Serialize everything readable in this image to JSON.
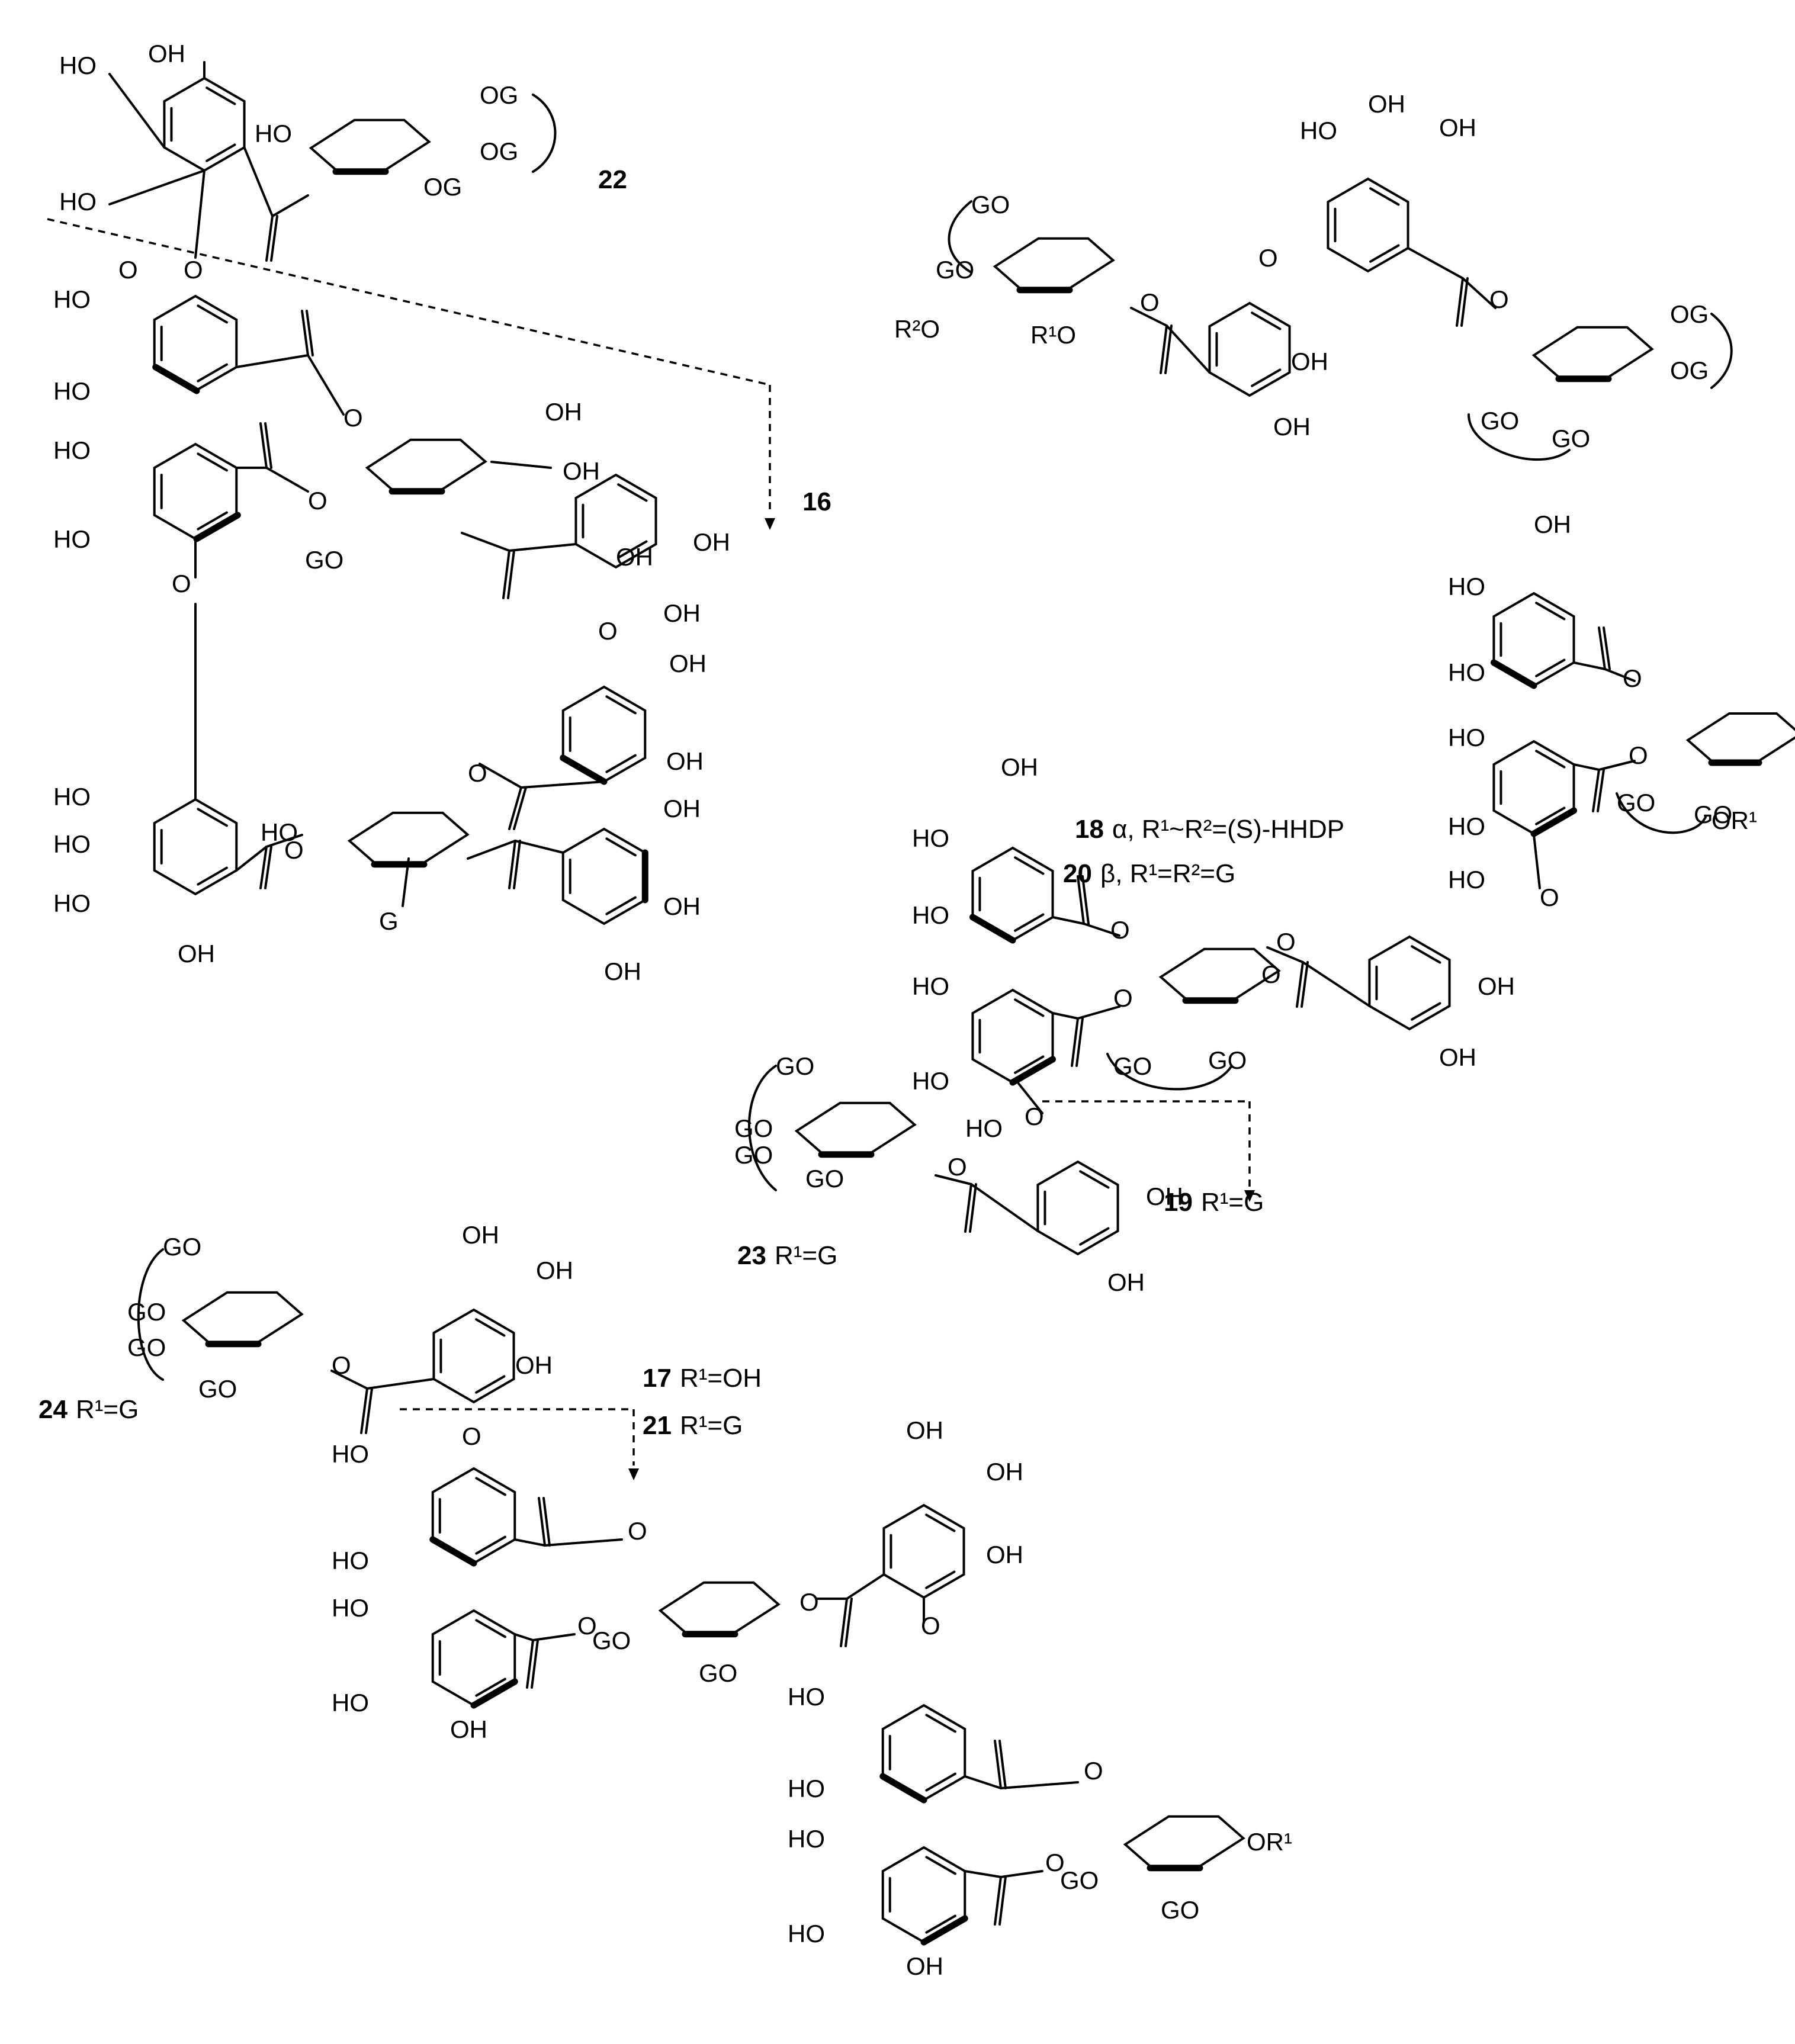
{
  "figure": {
    "compounds": {
      "c22": "22",
      "c16": "16",
      "c18": "18",
      "c20": "20",
      "c19": "19",
      "c23": "23",
      "c24": "24",
      "c17": "17",
      "c21": "21"
    },
    "captions": {
      "c18_rest": "α, R¹~R²=(S)-HHDP",
      "c20_rest": "β, R¹=R²=G",
      "c19_rest": "R¹=G",
      "c23_rest": "R¹=G",
      "c24_rest": "R¹=G",
      "c17_rest": "R¹=OH",
      "c21_rest": "R¹=G"
    },
    "groups": {
      "OH": "OH",
      "HO": "HO",
      "OG": "OG",
      "GO": "GO",
      "O": "O",
      "G": "G",
      "OR1": "OR¹",
      "R1O": "R¹O",
      "R2O": "R²O"
    }
  }
}
